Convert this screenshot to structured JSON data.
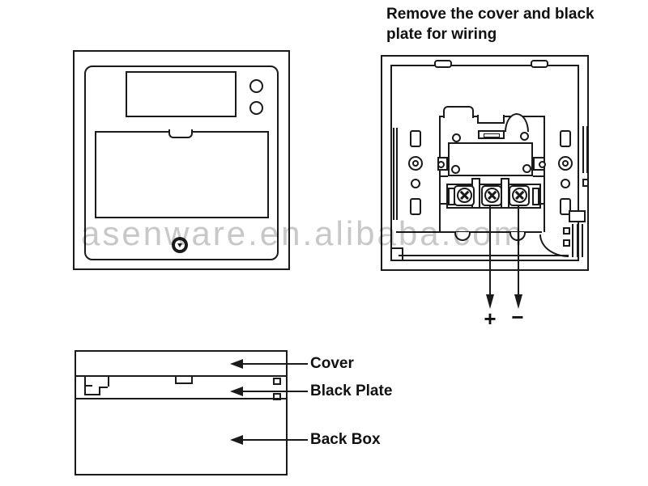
{
  "instruction": {
    "line": "Remove the cover and black plate for wiring"
  },
  "watermark": {
    "text": "asenware.en.alibaba.com",
    "color": "#c8c8c8"
  },
  "wiring_view": {
    "caption_positive": "+",
    "caption_negative": "−"
  },
  "side_view": {
    "labels": [
      {
        "label": "Cover"
      },
      {
        "label": "Black Plate"
      },
      {
        "label": "Back Box"
      }
    ]
  },
  "colors": {
    "line": "#1a1a1a",
    "background": "#ffffff"
  }
}
